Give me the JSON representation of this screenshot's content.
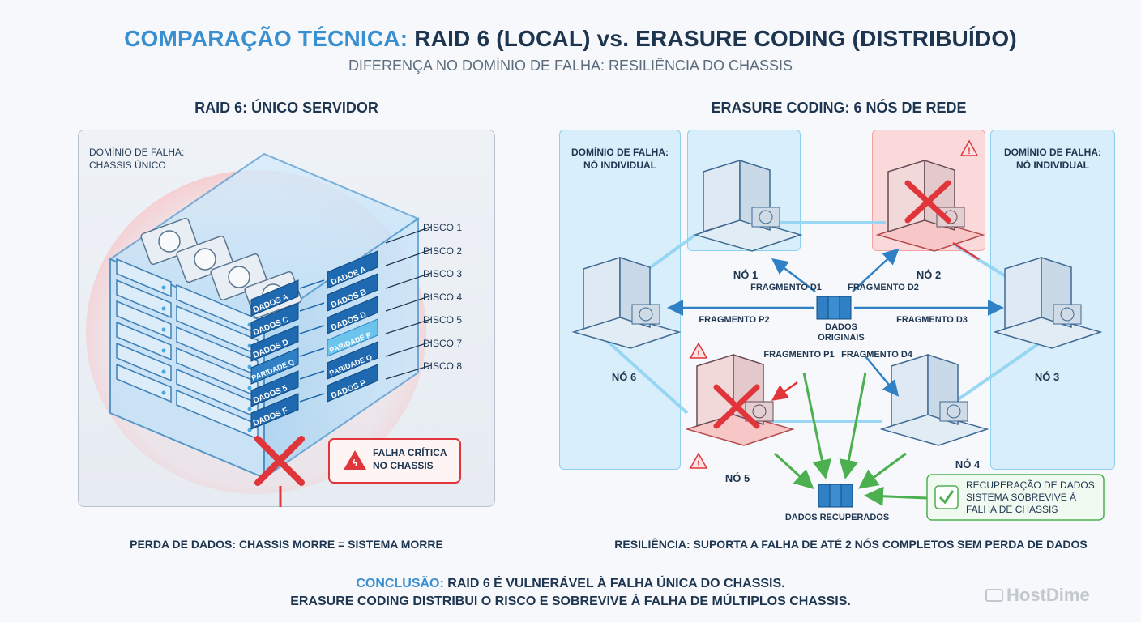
{
  "title": {
    "highlight": "COMPARAÇÃO TÉCNICA:",
    "rest": "RAID 6 (LOCAL) vs. ERASURE CODING (DISTRIBUÍDO)"
  },
  "subtitle": "DIFERENÇA NO DOMÍNIO DE FALHA: RESILIÊNCIA DO CHASSIS",
  "left": {
    "heading": "RAID 6: ÚNICO SERVIDOR",
    "domain_label_line1": "DOMÍNIO DE FALHA:",
    "domain_label_line2": "CHASSIS ÚNICO",
    "disks": [
      "DISCO 1",
      "DISCO 2",
      "DISCO 3",
      "DISCO 4",
      "DISCO 5",
      "DISCO 7",
      "DISCO 8"
    ],
    "blocks_col1": [
      "DADOS A",
      "DADOS C",
      "DADOS D",
      "PARIDADE Q",
      "DADOS 5",
      "DADOS F"
    ],
    "blocks_col2": [
      "DADOE A",
      "DADOS B",
      "DADOS D",
      "PARIDADE P",
      "PARIDADE Q",
      "DADOS P"
    ],
    "alert_line1": "FALHA CRÍTICA",
    "alert_line2": "NO CHASSIS",
    "footer": "PERDA DE DADOS: CHASSIS MORRE = SISTEMA MORRE"
  },
  "right": {
    "heading": "ERASURE CODING: 6 NÓS DE REDE",
    "domain_left_line1": "DOMÍNIO DE FALHA:",
    "domain_left_line2": "NÓ INDIVIDUAL",
    "domain_right_line1": "DOMÍNIO DE FALHA:",
    "domain_right_line2": "NÓ INDIVIDUAL",
    "nodes": {
      "n1": "NÓ 1",
      "n2": "NÓ 2",
      "n3": "NÓ 3",
      "n4": "NÓ 4",
      "n5": "NÓ 5",
      "n6": "NÓ 6"
    },
    "fragments": {
      "d1": "FRAGMENTO D1",
      "d2": "FRAGMENTO D2",
      "p2": "FRAGMENTO P2",
      "d3": "FRAGMENTO D3",
      "p1": "FRAGMENTO P1",
      "d4": "FRAGMENTO D4"
    },
    "origin_line1": "DADOS",
    "origin_line2": "ORIGINAIS",
    "recovered": "DADOS RECUPERADOS",
    "recovery_line1": "RECUPERAÇÃO DE DADOS:",
    "recovery_line2": "SISTEMA SOBREVIVE À",
    "recovery_line3": "FALHA DE CHASSIS",
    "footer": "RESILIÊNCIA: SUPORTA A FALHA DE ATÉ 2 NÓS COMPLETOS SEM PERDA DE DADOS"
  },
  "conclusion": {
    "highlight": "CONCLUSÃO:",
    "line1": "RAID 6 É VULNERÁVEL À FALHA ÚNICA DO CHASSIS.",
    "line2": "ERASURE CODING DISTRIBUI O RISCO E SOBREVIVE À FALHA DE MÚLTIPLOS CHASSIS."
  },
  "brand": "HostDime",
  "colors": {
    "accent": "#3a8fd0",
    "dark": "#1e3550",
    "fail": "#e0353b",
    "ok": "#4caf50"
  }
}
